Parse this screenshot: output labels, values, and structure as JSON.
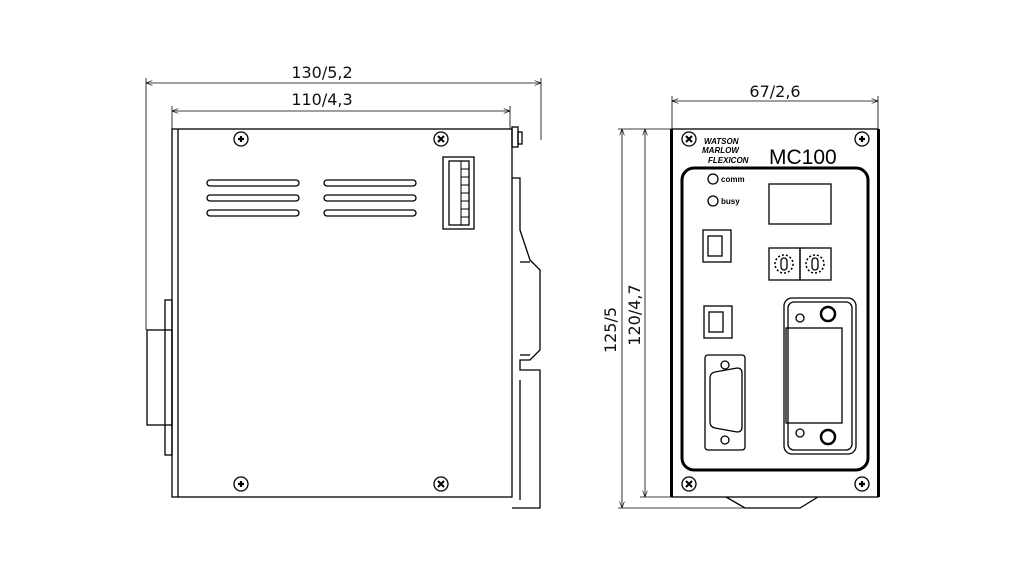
{
  "dimensions": {
    "side_overall_width": "130/5,2",
    "side_body_width": "110/4,3",
    "front_width": "67/2,6",
    "front_overall_height": "125/5",
    "front_body_height": "120/4,7"
  },
  "front_panel": {
    "brand_line1": "WATSON",
    "brand_line2": "MARLOW",
    "brand_line3": "FLEXICON",
    "model": "MC100",
    "led_comm": "comm",
    "led_busy": "busy"
  }
}
